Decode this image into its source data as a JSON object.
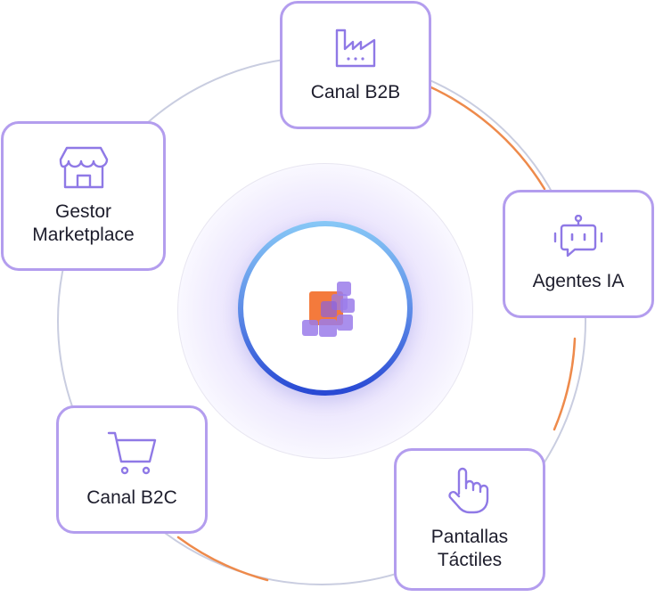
{
  "diagram": {
    "center": {
      "icon": "stacked-squares-logo-icon"
    },
    "nodes": [
      {
        "id": "b2b",
        "label": "Canal B2B",
        "icon": "factory-icon"
      },
      {
        "id": "ia",
        "label": "Agentes IA",
        "icon": "robot-chat-icon"
      },
      {
        "id": "tactil",
        "label_line1": "Pantallas",
        "label_line2": "Táctiles",
        "icon": "touch-hand-icon"
      },
      {
        "id": "b2c",
        "label": "Canal B2C",
        "icon": "shopping-cart-icon"
      },
      {
        "id": "market",
        "label_line1": "Gestor",
        "label_line2": "Marketplace",
        "icon": "storefront-icon"
      }
    ]
  },
  "colors": {
    "node_border": "#b39dee",
    "icon_stroke": "#8f79e6",
    "ring": "#c9cde0",
    "ring_accent": "#ee8a4b",
    "hub_gradient_top": "#87c8f6",
    "hub_gradient_bottom": "#2747d3",
    "logo_orange": "#f47a3c",
    "logo_purple": "#9a7bea"
  }
}
